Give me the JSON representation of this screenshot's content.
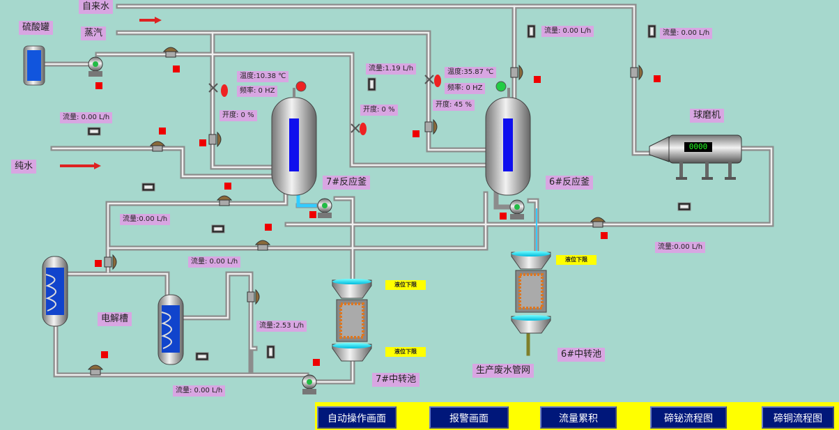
{
  "labels": {
    "tap_water": "自来水",
    "sulfuric_tank": "硫酸罐",
    "steam": "蒸汽",
    "pure_water": "纯水",
    "ball_mill": "球磨机",
    "reactor7": "7#反应釜",
    "reactor6": "6#反应釜",
    "electrolytic_cell": "电解槽",
    "transfer7": "7#中转池",
    "transfer6": "6#中转池",
    "waste_pipe": "生产废水管网"
  },
  "readings": {
    "flow_top1": "流量: 0.00  L/h",
    "flow_top2": "流量: 0.00  L/h",
    "flow_steam7": "流量:1.19  L/h",
    "temp7": "温度:10.38 ℃",
    "freq7": "频率:  0   HZ",
    "open7": "开度:  0   %",
    "temp6": "温度:35.87 ℃",
    "freq6": "频率:  0   HZ",
    "open6": "开度:  45   %",
    "open_mid": "开度:  0   %",
    "flow_pure": "流量: 0.00  L/h",
    "flow_mid_left": "流量:0.00  L/h",
    "flow_right": "流量:0.00  L/h",
    "flow_cell": "流量: 0.00  L/h",
    "flow_253": "流量:2.53  L/h",
    "flow_bottom": "流量: 0.00   L/h"
  },
  "warnings": {
    "w1": "液位下限",
    "w2": "液位下限",
    "w3": "液位下限"
  },
  "ball_mill_counter": "0000",
  "nav": {
    "auto": "自动操作画面",
    "alarm": "报警画面",
    "flow": "流量累积",
    "te_bi": "碲铋流程图",
    "te_cu": "碲铜流程图"
  },
  "colors": {
    "background": "#a6d8cd",
    "label_bg": "#d8a6e2",
    "alarm": "#ee0000",
    "nav_button": "#00177a",
    "nav_bar": "#ffff00",
    "warning": "#ffff00"
  }
}
